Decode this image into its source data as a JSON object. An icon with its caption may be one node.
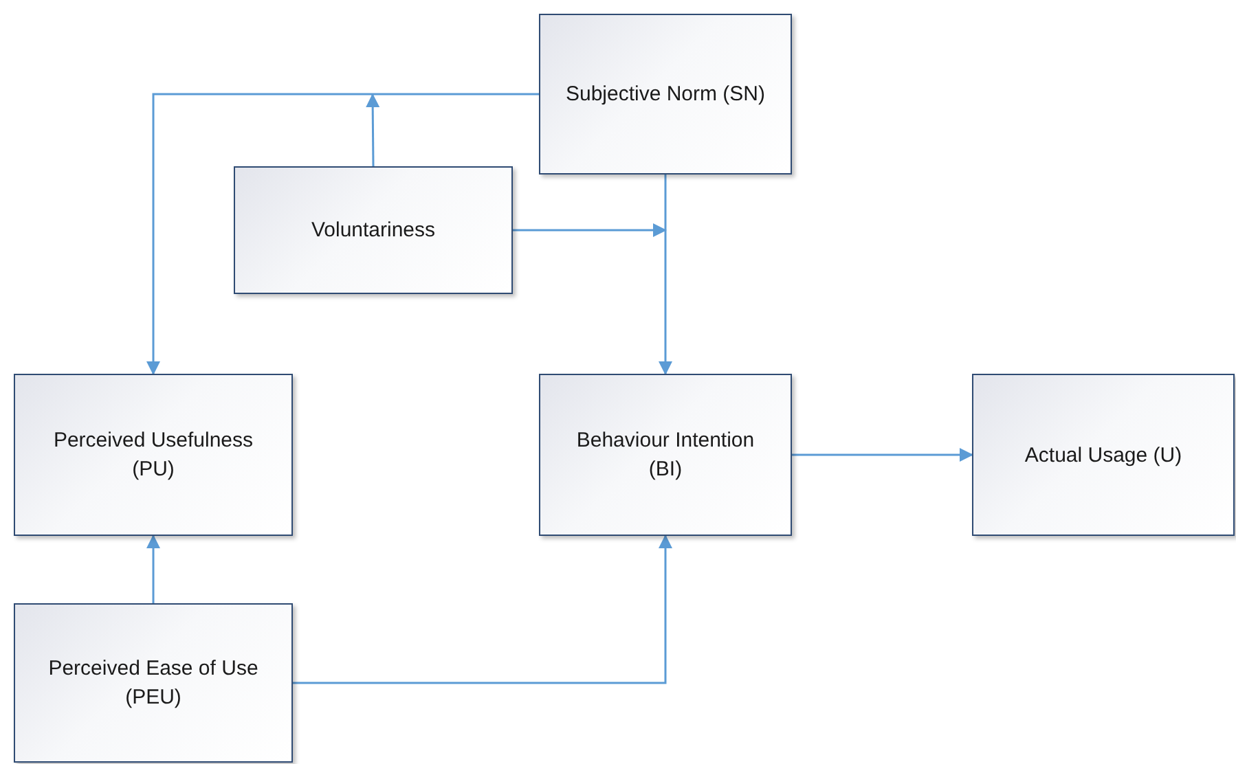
{
  "diagram": {
    "nodes": [
      {
        "text": [
          "Subjective Norm (SN)"
        ]
      },
      {
        "text": [
          "Voluntariness"
        ]
      },
      {
        "text": [
          "Perceived Usefulness (PU)"
        ]
      },
      {
        "text": [
          "Behaviour Intention (BI)"
        ]
      },
      {
        "text": [
          "Actual Usage (U)"
        ]
      },
      {
        "text": [
          "Perceived Ease of Use (PEU)"
        ]
      }
    ],
    "edges": [
      {
        "from": 0,
        "to": 2,
        "arrow": "to"
      },
      {
        "from": 1,
        "to": null,
        "arrow": "to"
      },
      {
        "from": 1,
        "to": null,
        "arrow": "to"
      },
      {
        "from": 0,
        "to": 3,
        "arrow": "to"
      },
      {
        "from": 3,
        "to": 4,
        "arrow": "to"
      },
      {
        "from": 5,
        "to": 2,
        "arrow": "to"
      },
      {
        "from": 5,
        "to": 3,
        "arrow": "to"
      }
    ]
  }
}
